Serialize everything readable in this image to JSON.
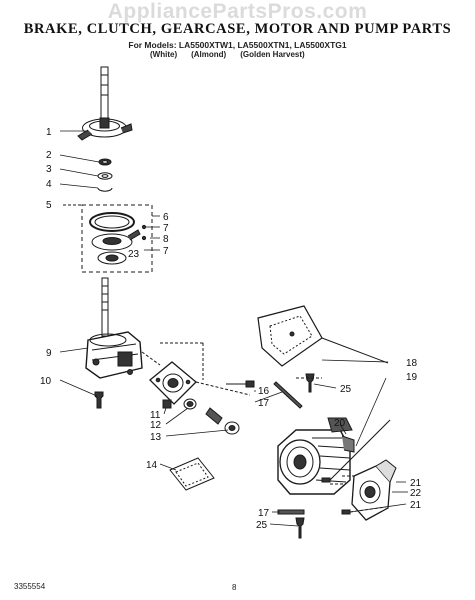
{
  "header": {
    "watermark": "AppliancePartsPros.com",
    "title": "BRAKE, CLUTCH, GEARCASE, MOTOR AND PUMP PARTS",
    "models_line": "For Models: LA5500XTW1, LA5500XTN1, LA5500XTG1",
    "colors": [
      "(White)",
      "(Almond)",
      "(Golden Harvest)"
    ]
  },
  "callouts": [
    "1",
    "2",
    "3",
    "4",
    "5",
    "6",
    "7",
    "8",
    "23",
    "7",
    "9",
    "10",
    "11",
    "12",
    "13",
    "14",
    "16",
    "17",
    "18",
    "19",
    "20",
    "25",
    "21",
    "22",
    "21",
    "17",
    "25"
  ],
  "footer": {
    "doc_number": "3355554",
    "page_number": "8"
  },
  "colors": {
    "ink": "#1a1a1a",
    "paper": "#ffffff"
  }
}
